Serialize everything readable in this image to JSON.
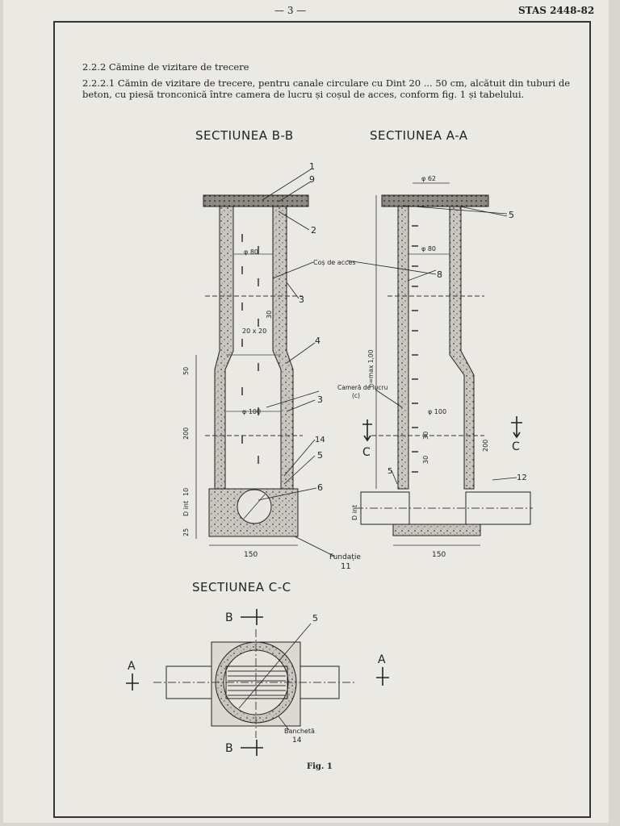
{
  "header": {
    "page_number": "— 3 —",
    "standard": "STAS 2448-82"
  },
  "text": {
    "section_title": "2.2.2    Cămine de vizitare de trecere",
    "paragraph": "2.2.2.1  Cămin de vizitare de trecere, pentru canale circulare cu Dint 20 ... 50 cm, alcătuit din tuburi de beton, cu piesă tronconică între camera de lucru și coșul de acces, conform fig. 1 și tabelului."
  },
  "drawing": {
    "section_bb": "SECTIUNEA B-B",
    "section_aa": "SECTIUNEA A-A",
    "section_cc": "SECTIUNEA C-C",
    "cos_acces": "Coș de acces",
    "camera_lucru": "Cameră de lucru",
    "camera_lucru_sub": "(c)",
    "fundatie": "Fundație",
    "bancheta": "Banchetă",
    "dim_150": "150",
    "dim_phi80": "φ 80",
    "dim_phi100": "φ 100",
    "dim_phi62": "φ 62",
    "dim_20x20": "20 x 20",
    "dim_30": "30",
    "dim_50": "50",
    "dim_25": "25",
    "dim_200": "200",
    "dim_10": "10",
    "dim_dint": "D int",
    "dim_hmax": "h=max 1,00",
    "num_1": "1",
    "num_2": "2",
    "num_3": "3",
    "num_4": "4",
    "num_5": "5",
    "num_6": "6",
    "num_8": "8",
    "num_9": "9",
    "num_11": "11",
    "num_12": "12",
    "num_14": "14",
    "mark_c": "C",
    "mark_a": "A",
    "mark_b": "B"
  },
  "caption": "Fig. 1"
}
